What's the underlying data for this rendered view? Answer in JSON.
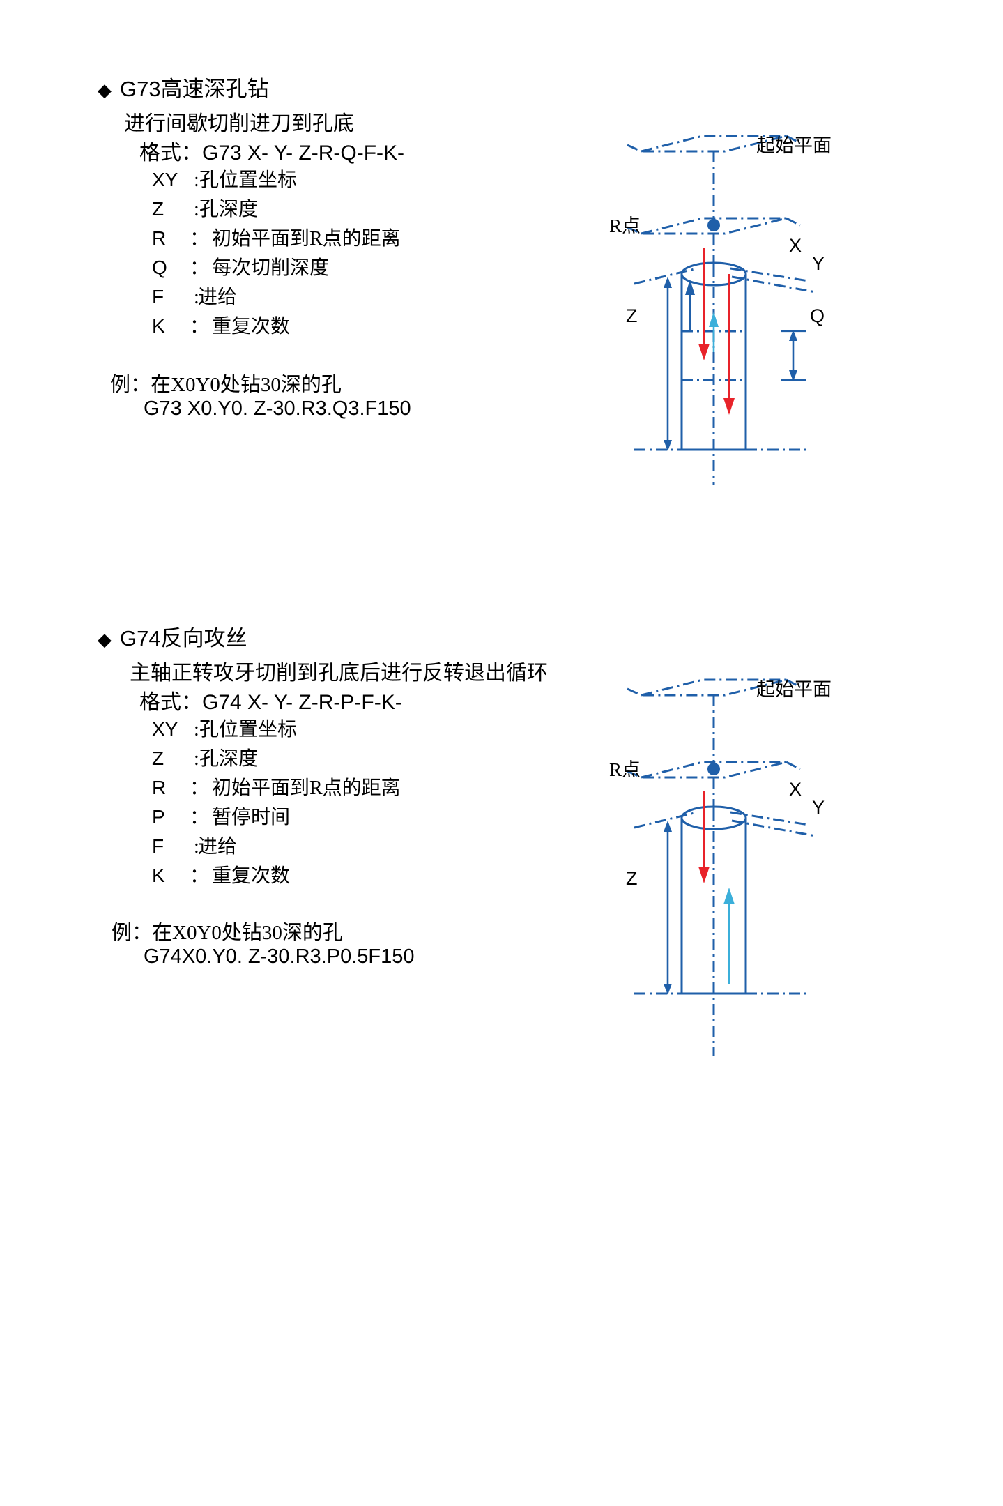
{
  "document": {
    "language": "zh-CN",
    "colors": {
      "text": "#000000",
      "diagram_blue": "#1F5FA9",
      "arrow_red": "#E8232A",
      "arrow_cyan": "#3BAFDA",
      "background": "#FFFFFF"
    }
  },
  "sections": [
    {
      "id": "g73",
      "bullet": "◆",
      "heading": "G73高速深孔钻",
      "subheading": "进行间歇切削进刀到孔底",
      "format_label": "格式：",
      "format_code": "G73 X- Y- Z-R-Q-F-K-",
      "params": [
        {
          "key": "XY",
          "sep": ":",
          "desc": "孔位置坐标"
        },
        {
          "key": "Z",
          "sep": ":",
          "desc": "孔深度"
        },
        {
          "key": "R",
          "sep": "：",
          "desc": "初始平面到R点的距离"
        },
        {
          "key": "Q",
          "sep": "：",
          "desc": "每次切削深度"
        },
        {
          "key": "F",
          "sep": ":",
          "desc": "进给"
        },
        {
          "key": "K",
          "sep": "：",
          "desc": "重复次数"
        }
      ],
      "example_label": "例：",
      "example_text": "在X0Y0处钻30深的孔",
      "example_code": "G73 X0.Y0. Z-30.R3.Q3.F150",
      "diagram": {
        "start_plane_label": "起始平面",
        "r_point_label": "R点",
        "x_axis_label": "X",
        "y_axis_label": "Y",
        "z_label": "Z",
        "q_label": "Q"
      }
    },
    {
      "id": "g74",
      "bullet": "◆",
      "heading": "G74反向攻丝",
      "subheading": "主轴正转攻牙切削到孔底后进行反转退出循环",
      "format_label": "格式：",
      "format_code": "G74 X- Y- Z-R-P-F-K-",
      "params": [
        {
          "key": "XY",
          "sep": ":",
          "desc": "孔位置坐标"
        },
        {
          "key": "Z",
          "sep": ":",
          "desc": "孔深度"
        },
        {
          "key": "R",
          "sep": "：",
          "desc": "初始平面到R点的距离"
        },
        {
          "key": "P",
          "sep": "：",
          "desc": "暂停时间"
        },
        {
          "key": "F",
          "sep": ":",
          "desc": "进给"
        },
        {
          "key": "K",
          "sep": "：",
          "desc": "重复次数"
        }
      ],
      "example_label": "例：",
      "example_text": "在X0Y0处钻30深的孔",
      "example_code": "G74X0.Y0. Z-30.R3.P0.5F150",
      "diagram": {
        "start_plane_label": "起始平面",
        "r_point_label": "R点",
        "x_axis_label": "X",
        "y_axis_label": "Y",
        "z_label": "Z"
      }
    }
  ]
}
